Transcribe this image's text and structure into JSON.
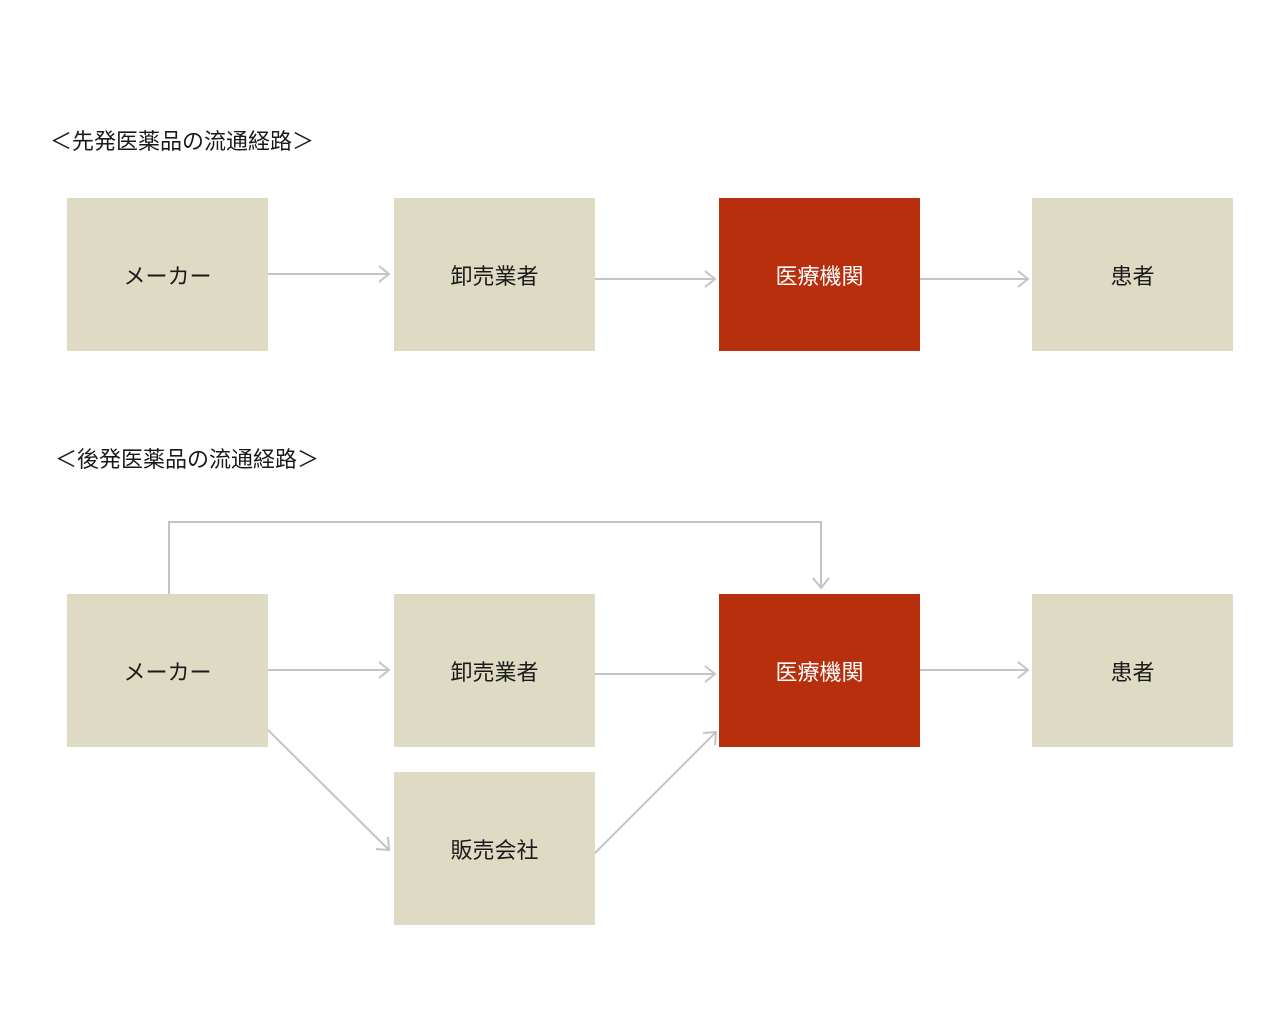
{
  "colors": {
    "node_fill": "#dedac4",
    "highlight_fill": "#b82f0e",
    "arrow": "#c4c4c4"
  },
  "diagrams": [
    {
      "title": "＜先発医薬品の流通経路＞",
      "nodes": {
        "maker": "メーカー",
        "wholesaler": "卸売業者",
        "medical": "医療機関",
        "patient": "患者"
      },
      "edges": [
        [
          "maker",
          "wholesaler"
        ],
        [
          "wholesaler",
          "medical"
        ],
        [
          "medical",
          "patient"
        ]
      ]
    },
    {
      "title": "＜後発医薬品の流通経路＞",
      "nodes": {
        "maker": "メーカー",
        "wholesaler": "卸売業者",
        "medical": "医療機関",
        "patient": "患者",
        "sales_company": "販売会社"
      },
      "edges": [
        [
          "maker",
          "medical"
        ],
        [
          "maker",
          "wholesaler"
        ],
        [
          "maker",
          "sales_company"
        ],
        [
          "wholesaler",
          "medical"
        ],
        [
          "sales_company",
          "medical"
        ],
        [
          "medical",
          "patient"
        ]
      ]
    }
  ]
}
